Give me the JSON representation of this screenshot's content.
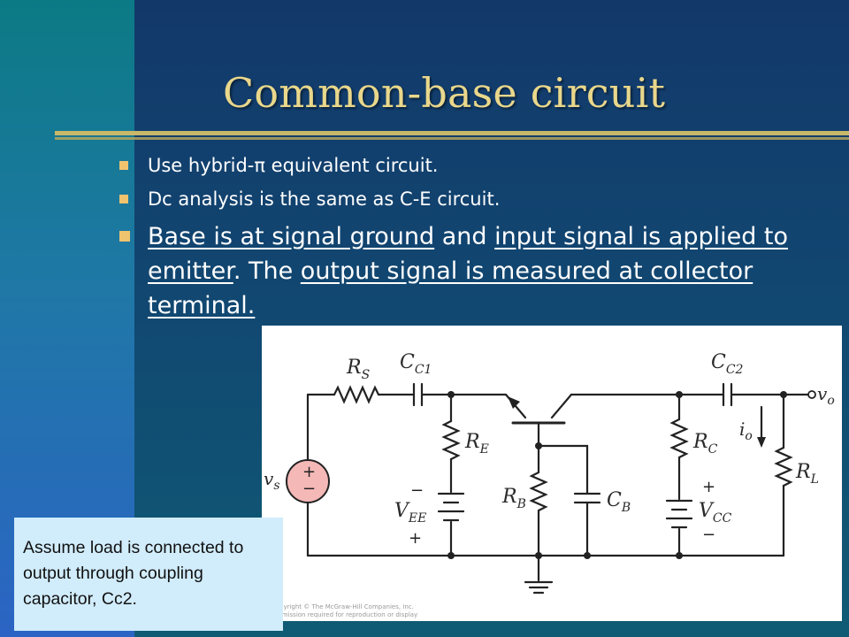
{
  "slide": {
    "title": "Common-base circuit",
    "bullets": [
      "Use hybrid-π equivalent circuit.",
      "Dc analysis is the same as C-E circuit."
    ],
    "bullet3": {
      "u1": "Base is at signal ground",
      "t1": " and ",
      "u2": "input signal is applied to emitter",
      "t2": ". The ",
      "u3": "output signal is measured at collector terminal."
    },
    "callout": "Assume load is connected to output through coupling capacitor, Cc2.",
    "copyright": "pyright © The McGraw-Hill Companies, Inc.\nrmission required for reproduction or display"
  },
  "circuit": {
    "labels": {
      "R": "R",
      "C": "C",
      "V": "V",
      "v": "v",
      "i": "i",
      "S": "S",
      "C1": "C1",
      "C2": "C2",
      "E": "E",
      "B": "B",
      "EE": "EE",
      "CC": "CC",
      "L": "L",
      "o": "o",
      "s": "s",
      "plus": "+",
      "minus": "−"
    }
  }
}
